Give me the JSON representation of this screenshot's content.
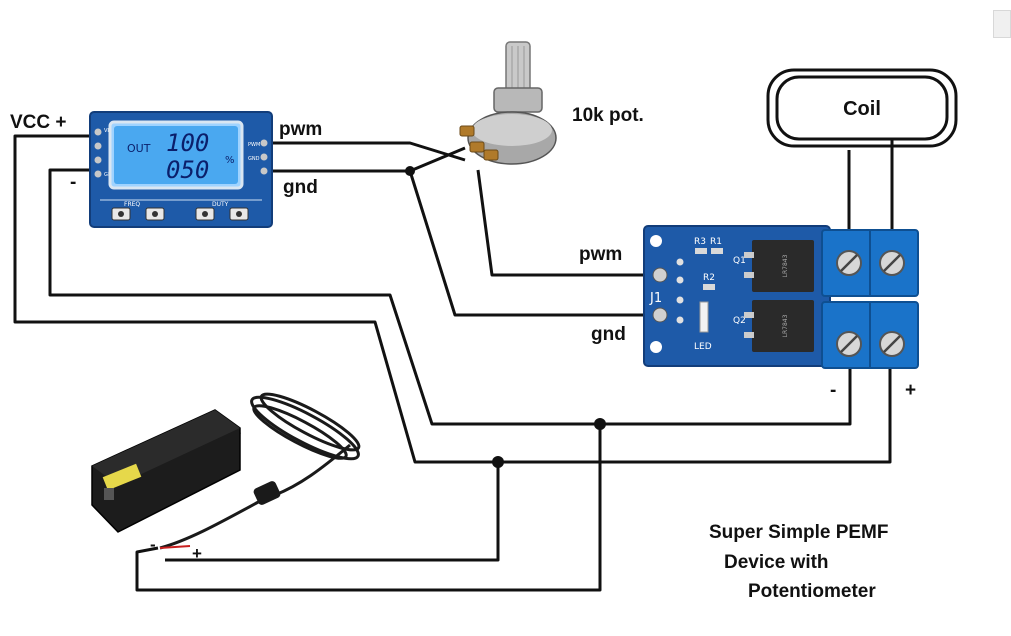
{
  "labels": {
    "vcc_plus": "VCC +",
    "minus_left": "-",
    "pwm_top": "pwm",
    "gnd_top": "gnd",
    "pot": "10k pot.",
    "coil": "Coil",
    "pwm_board": "pwm",
    "gnd_board": "gnd",
    "out_minus": "-",
    "out_plus": "+",
    "psu_minus": "-",
    "psu_plus": "+",
    "title_line1": "Super Simple PEMF",
    "title_line2": "Device with",
    "title_line3": "Potentiometer"
  },
  "pwm_module": {
    "out": "OUT",
    "freq_value": "100",
    "duty_value": "050",
    "percent": "%",
    "freq": "FREQ",
    "duty": "DUTY",
    "pin_pwm": "PWM",
    "pin_gnd": "GND",
    "pin_vin": "VIN+",
    "pin_gnd2": "GEN-"
  },
  "mosfet_board": {
    "r3": "R3",
    "r1": "R1",
    "r2": "R2",
    "q1": "Q1",
    "q2": "Q2",
    "j1": "J1",
    "led": "LED"
  },
  "colors": {
    "pcb": "#1e5aa8",
    "lcd": "#4aa8f0",
    "terminal": "#1a73c9",
    "wire": "#111111"
  }
}
